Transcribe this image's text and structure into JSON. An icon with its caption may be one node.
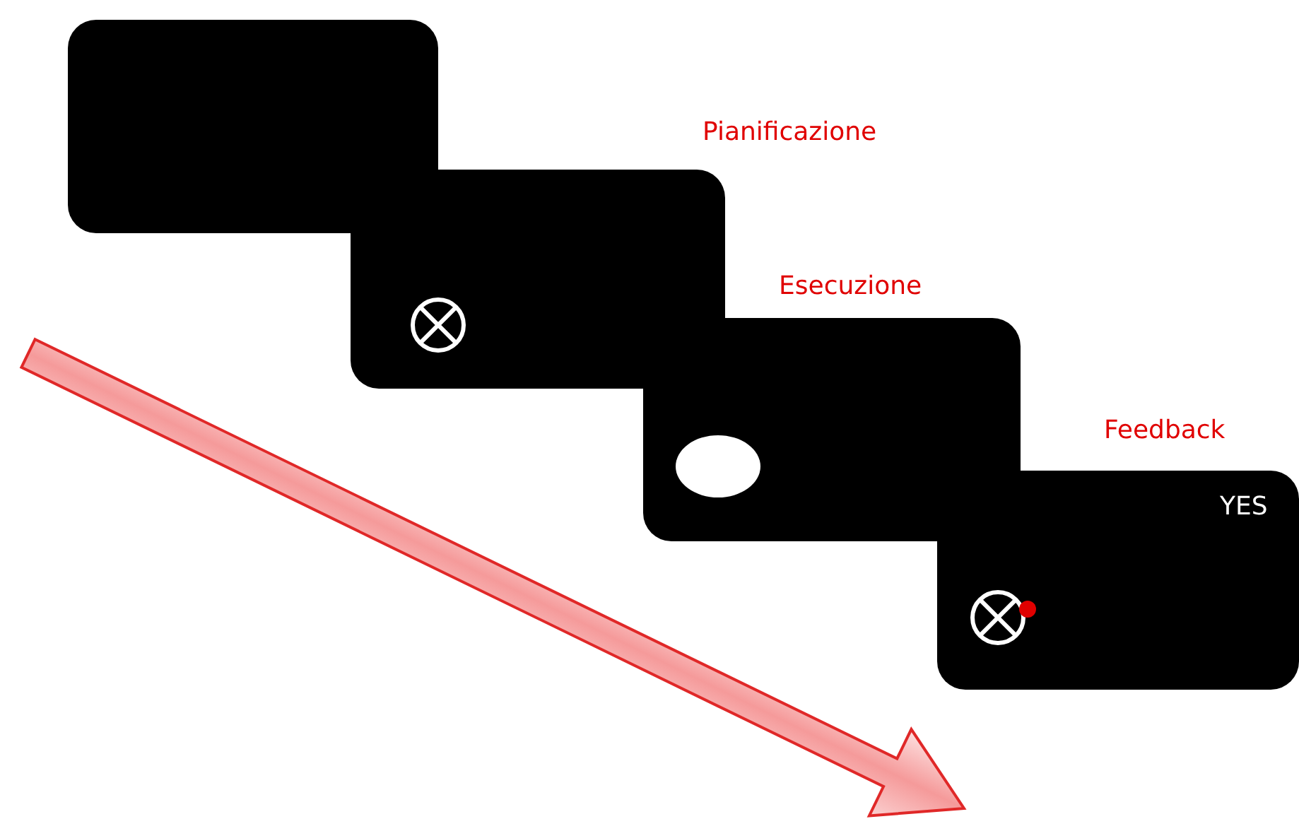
{
  "diagram": {
    "nodes": [
      {
        "text": [],
        "shape": "box"
      },
      {
        "text": [
          "Pianificazione"
        ]
      },
      {
        "text": [
          "Esecuzione"
        ]
      },
      {
        "text": [
          "Feedback",
          "YES"
        ]
      }
    ]
  }
}
